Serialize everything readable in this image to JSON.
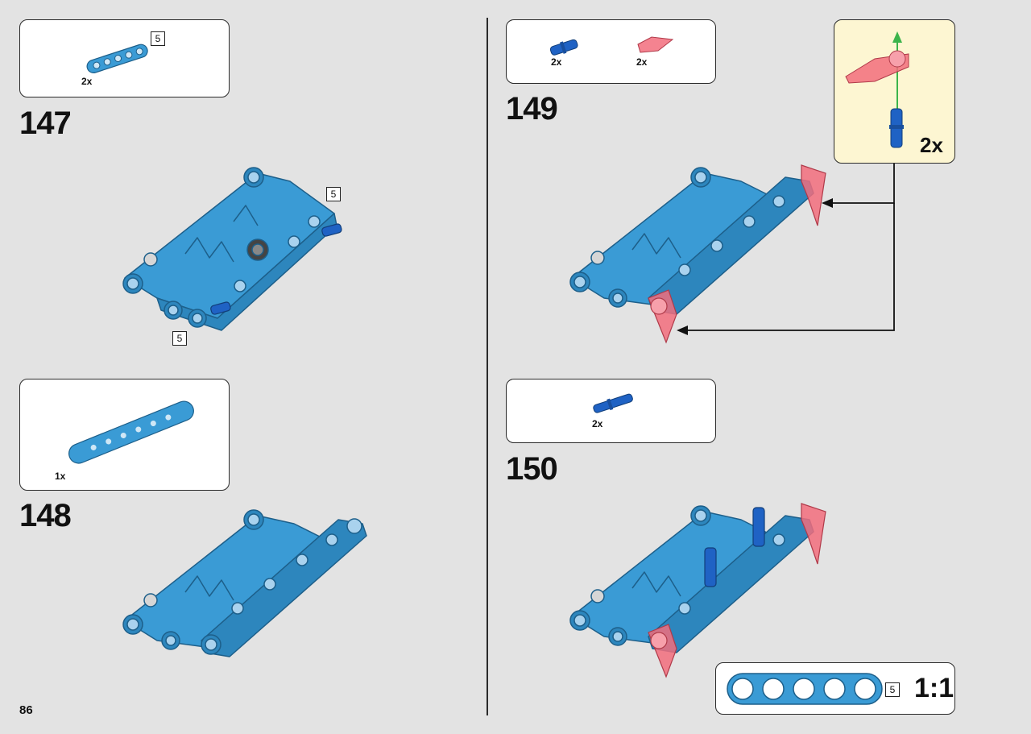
{
  "page": {
    "number": "86"
  },
  "steps": [
    {
      "number": "147",
      "parts": [
        {
          "qty": "2x",
          "length": "5"
        }
      ],
      "length_labels": [
        "5",
        "5"
      ]
    },
    {
      "number": "148",
      "parts": [
        {
          "qty": "1x"
        }
      ]
    },
    {
      "number": "149",
      "parts": [
        {
          "qty": "2x"
        },
        {
          "qty": "2x"
        }
      ],
      "sub_assembly_qty": "2x"
    },
    {
      "number": "150",
      "parts": [
        {
          "qty": "2x"
        }
      ]
    }
  ],
  "scale_ref": {
    "length": "5",
    "ratio": "1:1"
  },
  "colors": {
    "background": "#e3e3e3",
    "part_blue": "#3a9bd5",
    "pin_blue": "#1f62c4",
    "trans_red": "#f26d7d",
    "callout_yellow": "#fdf6d2",
    "arrow_green": "#3cb44b"
  }
}
